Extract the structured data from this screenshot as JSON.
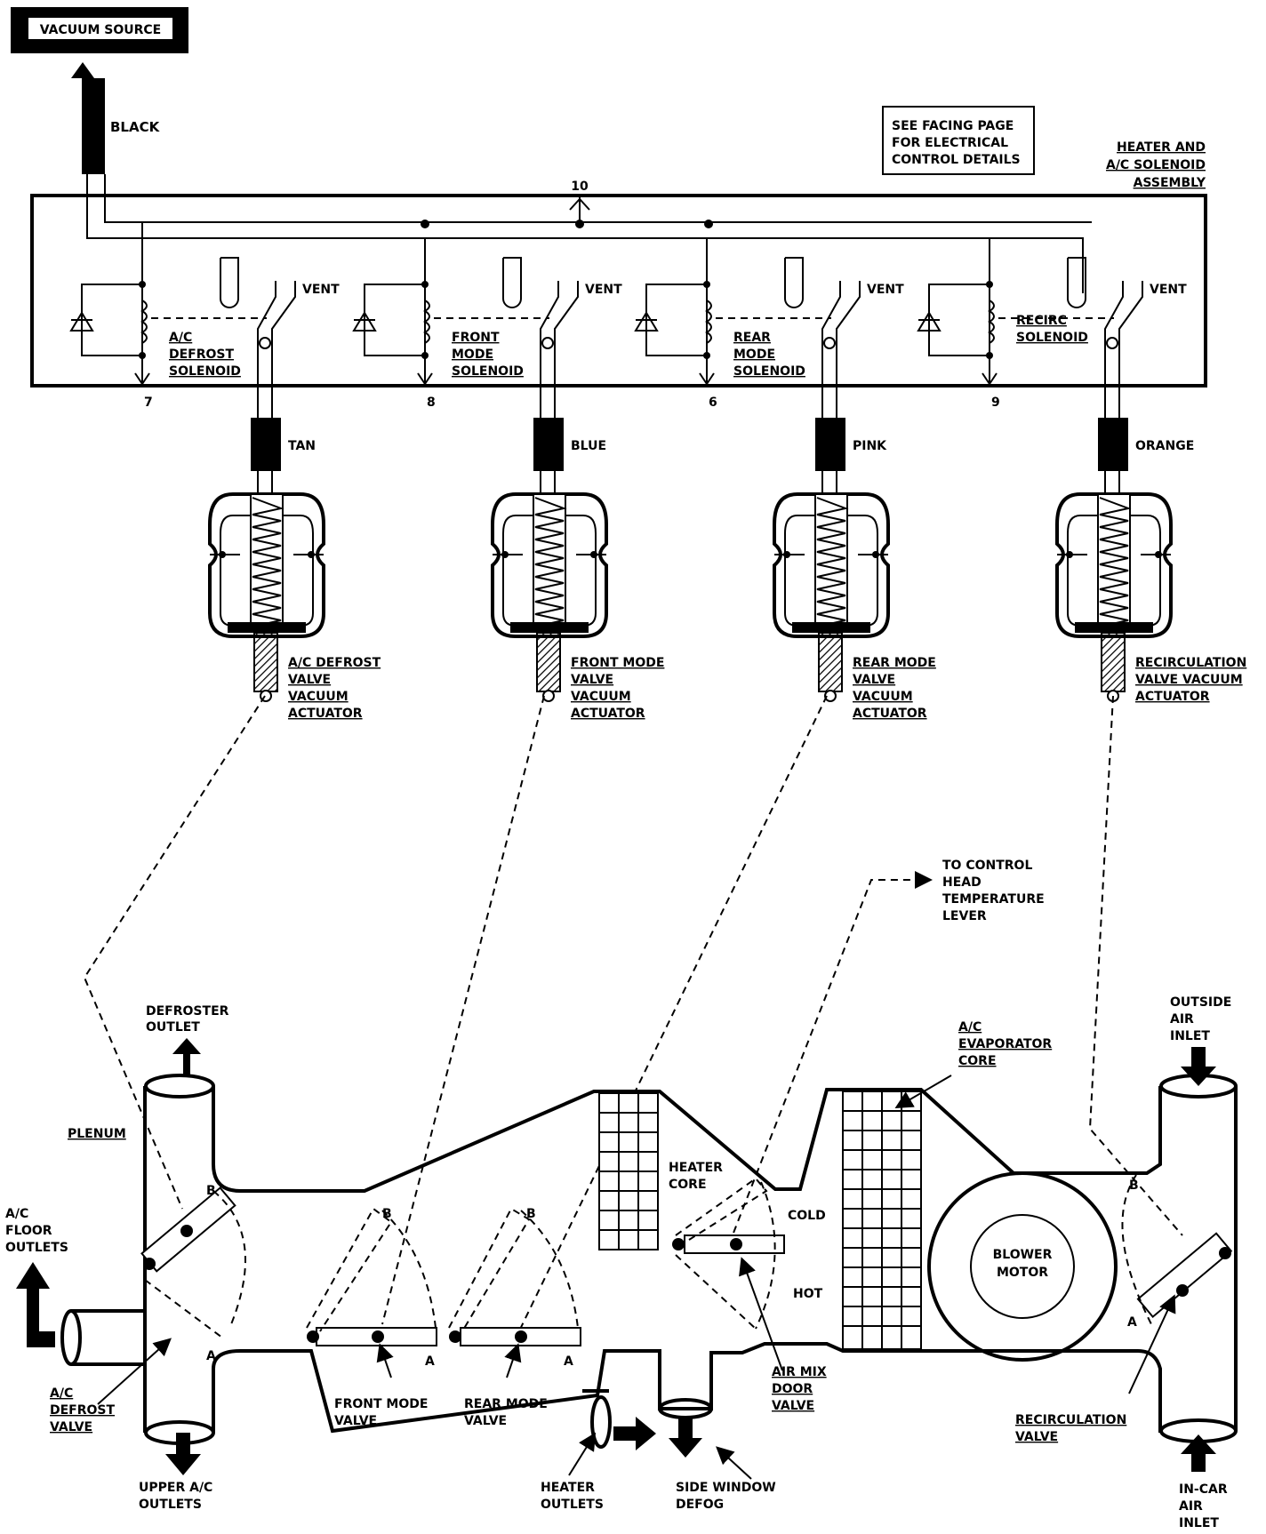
{
  "vacuum_source": "VACUUM SOURCE",
  "hose_black": "BLACK",
  "note": [
    "SEE FACING PAGE",
    "FOR ELECTRICAL",
    "CONTROL DETAILS"
  ],
  "assembly": [
    "HEATER AND",
    "A/C SOLENOID",
    "ASSEMBLY"
  ],
  "terminal_top": "10",
  "solenoids": [
    {
      "label": [
        "A/C",
        "DEFROST",
        "SOLENOID"
      ],
      "terminal": "7",
      "vent": "VENT",
      "hose": "TAN",
      "actuator": [
        "A/C DEFROST",
        "VALVE",
        "VACUUM",
        "ACTUATOR"
      ]
    },
    {
      "label": [
        "FRONT",
        "MODE",
        "SOLENOID"
      ],
      "terminal": "8",
      "vent": "VENT",
      "hose": "BLUE",
      "actuator": [
        "FRONT MODE",
        "VALVE",
        "VACUUM",
        "ACTUATOR"
      ]
    },
    {
      "label": [
        "REAR",
        "MODE",
        "SOLENOID"
      ],
      "terminal": "6",
      "vent": "VENT",
      "hose": "PINK",
      "actuator": [
        "REAR MODE",
        "VALVE",
        "VACUUM",
        "ACTUATOR"
      ]
    },
    {
      "label": [
        "RECIRC",
        "SOLENOID"
      ],
      "terminal": "9",
      "vent": "VENT",
      "hose": "ORANGE",
      "actuator": [
        "RECIRCULATION",
        "VALVE VACUUM",
        "ACTUATOR"
      ]
    }
  ],
  "control_head": [
    "TO CONTROL",
    "HEAD",
    "TEMPERATURE",
    "LEVER"
  ],
  "duct": {
    "defroster_outlet": [
      "DEFROSTER",
      "OUTLET"
    ],
    "plenum": "PLENUM",
    "floor_outlets": [
      "A/C",
      "FLOOR",
      "OUTLETS"
    ],
    "defrost_valve": [
      "A/C",
      "DEFROST",
      "VALVE"
    ],
    "upper_outlets": [
      "UPPER A/C",
      "OUTLETS"
    ],
    "front_mode_valve": [
      "FRONT MODE",
      "VALVE"
    ],
    "rear_mode_valve": [
      "REAR MODE",
      "VALVE"
    ],
    "heater_outlets": [
      "HEATER",
      "OUTLETS"
    ],
    "side_window": [
      "SIDE WINDOW",
      "DEFOG"
    ],
    "heater_core": [
      "HEATER",
      "CORE"
    ],
    "cold": "COLD",
    "hot": "HOT",
    "air_mix": [
      "AIR MIX",
      "DOOR",
      "VALVE"
    ],
    "evaporator": [
      "A/C",
      "EVAPORATOR",
      "CORE"
    ],
    "blower": [
      "BLOWER",
      "MOTOR"
    ],
    "outside_air": [
      "OUTSIDE",
      "AIR",
      "INLET"
    ],
    "recirc_valve": [
      "RECIRCULATION",
      "VALVE"
    ],
    "incar_air": [
      "IN-CAR",
      "AIR",
      "INLET"
    ],
    "pos_a": "A",
    "pos_b": "B"
  }
}
